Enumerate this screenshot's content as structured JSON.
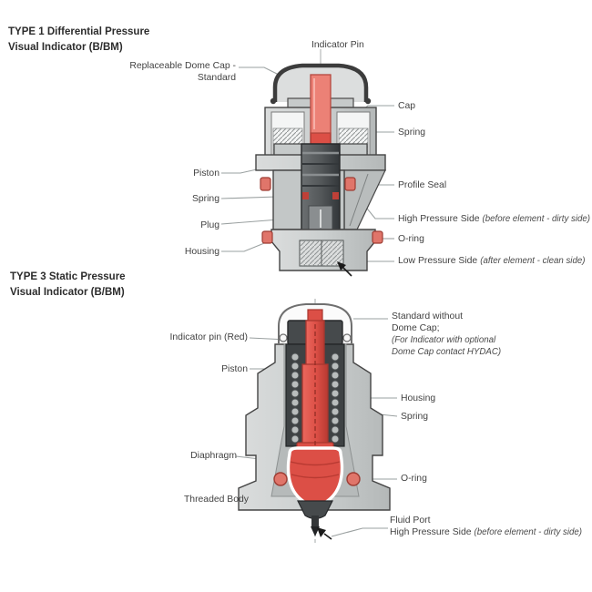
{
  "colors": {
    "red": "#dc4f46",
    "salmon": "#ec8176",
    "seal_red": "#e0756a",
    "body_gray": "#c9cdcd",
    "dark_gray": "#464a4c",
    "outline": "#454545",
    "leader": "#9aa0a0",
    "text": "#424242"
  },
  "type1": {
    "title1": "TYPE 1 Differential Pressure",
    "title2": "Visual Indicator (B/BM)",
    "labels": {
      "indicator_pin": "Indicator Pin",
      "dome_cap1": "Replaceable Dome Cap -",
      "dome_cap2": "Standard",
      "cap": "Cap",
      "spring_right": "Spring",
      "profile_seal": "Profile Seal",
      "high_pressure": "High Pressure Side",
      "high_pressure_note": "(before element - dirty side)",
      "o_ring": "O-ring",
      "low_pressure": "Low Pressure Side",
      "low_pressure_note": "(after element - clean side)",
      "piston": "Piston",
      "spring_left": "Spring",
      "plug": "Plug",
      "housing": "Housing"
    }
  },
  "type3": {
    "title1": "TYPE 3 Static Pressure",
    "title2": "Visual Indicator (B/BM)",
    "labels": {
      "standard1": "Standard without",
      "standard2": "Dome Cap;",
      "standard_note1": "(For Indicator with optional",
      "standard_note2": "Dome Cap contact HYDAC)",
      "indicator_pin": "Indicator pin (Red)",
      "piston": "Piston",
      "housing": "Housing",
      "spring": "Spring",
      "diaphragm": "Diaphragm",
      "o_ring": "O-ring",
      "threaded_body": "Threaded Body",
      "fluid_port": "Fluid Port",
      "high_pressure": "High Pressure Side",
      "high_pressure_note": "(before element - dirty side)"
    }
  }
}
